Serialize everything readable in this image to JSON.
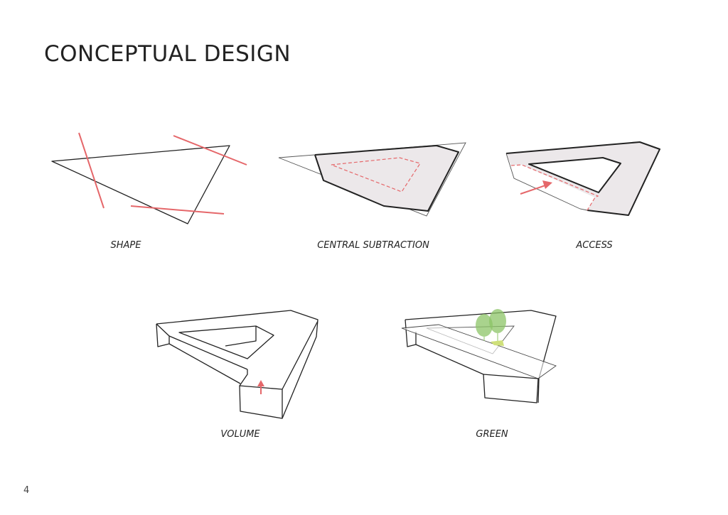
{
  "page": {
    "title": "CONCEPTUAL DESIGN",
    "page_number": "4"
  },
  "diagrams": [
    {
      "label": "SHAPE"
    },
    {
      "label": "CENTRAL SUBTRACTION"
    },
    {
      "label": "ACCESS"
    },
    {
      "label": "VOLUME"
    },
    {
      "label": "GREEN"
    }
  ],
  "colors": {
    "accent_red": "#e5676a",
    "fill_gray": "#ece8ea",
    "tree_green": "#8cc467",
    "line": "#222222"
  }
}
